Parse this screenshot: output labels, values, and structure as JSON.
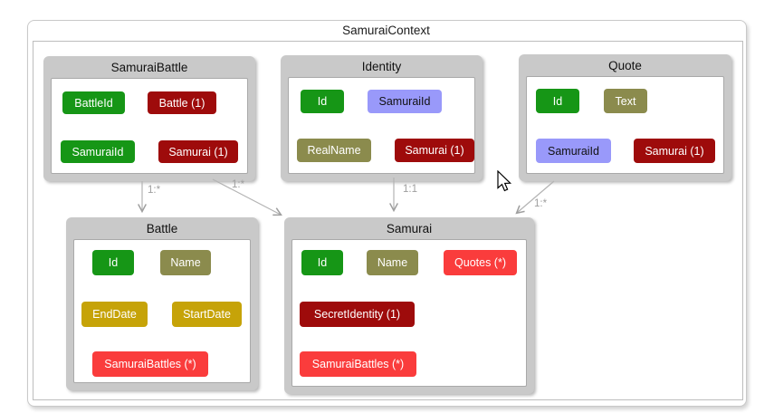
{
  "colors": {
    "key": {
      "bg": "#169616",
      "fg": "#ffffff"
    },
    "required": {
      "bg": "#8b8b4d",
      "fg": "#ffffff"
    },
    "optional": {
      "bg": "#c6a308",
      "fg": "#ffffff"
    },
    "foreign-key": {
      "bg": "#9999fa",
      "fg": "#111111"
    },
    "nav-one": {
      "bg": "#9e0b0b",
      "fg": "#ffffff"
    },
    "nav-many": {
      "bg": "#fa3c3c",
      "fg": "#ffffff"
    },
    "edge": {
      "line": "#b3b3b3",
      "label": "#9e9e9e"
    }
  },
  "diagram": {
    "title": "SamuraiContext",
    "entities": [
      {
        "title": "SamuraiBattle",
        "properties": [
          {
            "label": "BattleId",
            "color": "key"
          },
          {
            "label": "Battle (1)",
            "color": "nav-one"
          },
          {
            "label": "SamuraiId",
            "color": "key"
          },
          {
            "label": "Samurai (1)",
            "color": "nav-one"
          }
        ]
      },
      {
        "title": "Identity",
        "properties": [
          {
            "label": "Id",
            "color": "key"
          },
          {
            "label": "SamuraiId",
            "color": "foreign-key"
          },
          {
            "label": "RealName",
            "color": "required"
          },
          {
            "label": "Samurai (1)",
            "color": "nav-one"
          }
        ]
      },
      {
        "title": "Quote",
        "properties": [
          {
            "label": "Id",
            "color": "key"
          },
          {
            "label": "Text",
            "color": "required"
          },
          {
            "label": "SamuraiId",
            "color": "foreign-key"
          },
          {
            "label": "Samurai (1)",
            "color": "nav-one"
          }
        ]
      },
      {
        "title": "Battle",
        "properties": [
          {
            "label": "Id",
            "color": "key"
          },
          {
            "label": "Name",
            "color": "required"
          },
          {
            "label": "EndDate",
            "color": "optional"
          },
          {
            "label": "StartDate",
            "color": "optional"
          },
          {
            "label": "SamuraiBattles (*)",
            "color": "nav-many"
          }
        ]
      },
      {
        "title": "Samurai",
        "properties": [
          {
            "label": "Id",
            "color": "key"
          },
          {
            "label": "Name",
            "color": "required"
          },
          {
            "label": "Quotes (*)",
            "color": "nav-many"
          },
          {
            "label": "SecretIdentity (1)",
            "color": "nav-one"
          },
          {
            "label": "SamuraiBattles (*)",
            "color": "nav-many"
          }
        ]
      }
    ],
    "edges": [
      {
        "label": "1:*",
        "from": "SamuraiBattle",
        "to": "Battle"
      },
      {
        "label": "1:*",
        "from": "SamuraiBattle",
        "to": "Samurai"
      },
      {
        "label": "1:1",
        "from": "Identity",
        "to": "Samurai"
      },
      {
        "label": "1:*",
        "from": "Quote",
        "to": "Samurai"
      }
    ]
  }
}
